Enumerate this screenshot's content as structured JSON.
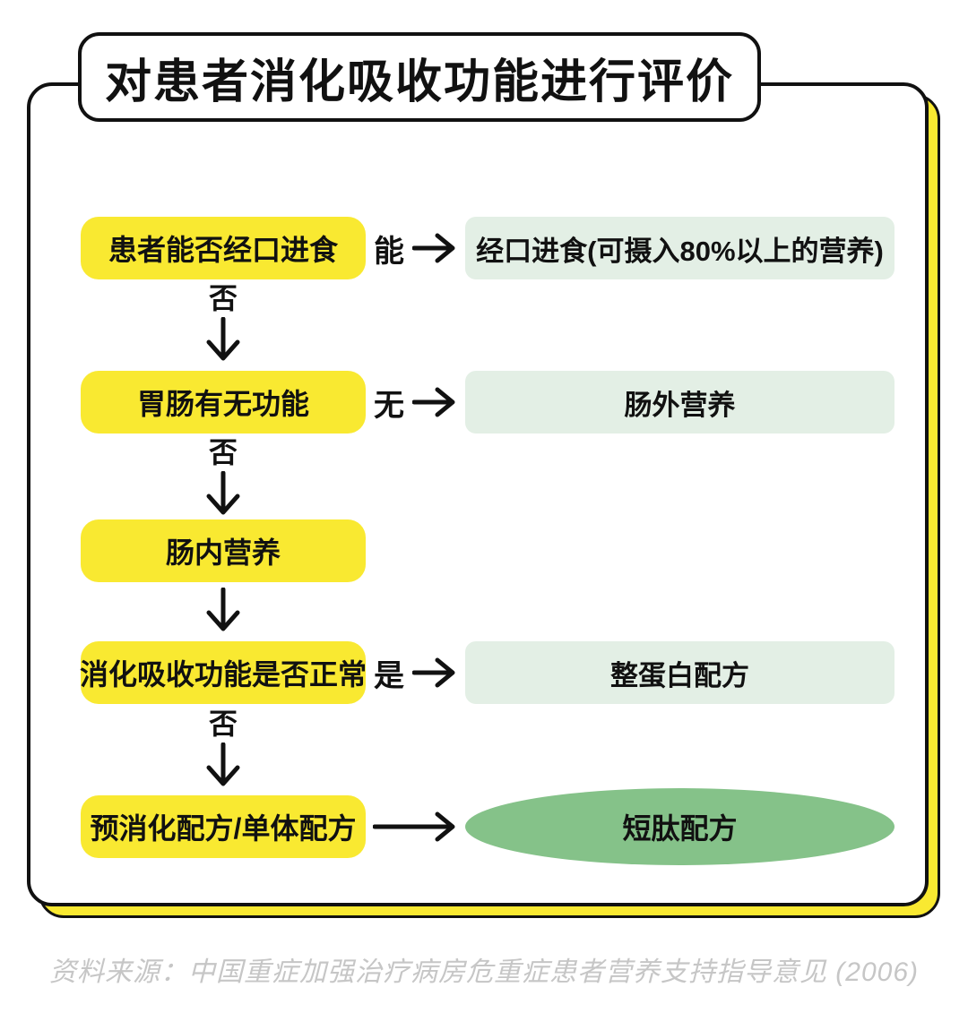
{
  "title": "对患者消化吸收功能进行评价",
  "source_note": "资料来源：中国重症加强治疗病房危重症患者营养支持指导意见 (2006)",
  "colors": {
    "accent_yellow": "#F9E931",
    "result_green_light": "#E3EFE5",
    "result_green_dark": "#85C289",
    "outline_black": "#111111",
    "source_gray": "#C6C6C6"
  },
  "flow": {
    "rows": [
      {
        "question": "患者能否经口进食",
        "branch_label": "能",
        "result": "经口进食(可摄入80%以上的营养)",
        "down_label": "否"
      },
      {
        "question": "胃肠有无功能",
        "branch_label": "无",
        "result": "肠外营养",
        "down_label": "否"
      },
      {
        "question": "肠内营养"
      },
      {
        "question": "消化吸收功能是否正常",
        "branch_label": "是",
        "result": "整蛋白配方",
        "down_label": "否"
      },
      {
        "question": "预消化配方/单体配方",
        "result": "短肽配方",
        "result_shape": "ellipse"
      }
    ]
  }
}
